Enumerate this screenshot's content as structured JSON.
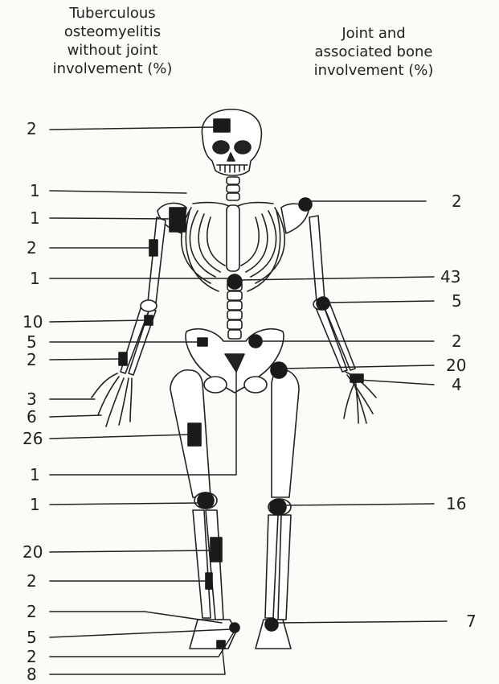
{
  "header_left": {
    "lines": [
      "Tuberculous",
      "osteomyelitis",
      "without joint",
      "involvement (%)"
    ]
  },
  "header_right": {
    "lines": [
      "Joint and",
      "associated bone",
      "involvement (%)"
    ]
  },
  "left_labels": [
    "2",
    "1",
    "1",
    "2",
    "1",
    "10",
    "5",
    "2",
    "3",
    "6",
    "26",
    "1",
    "1",
    "20",
    "2",
    "2",
    "5",
    "2",
    "8"
  ],
  "right_labels": [
    "2",
    "43",
    "5",
    "2",
    "20",
    "4",
    "16",
    "7"
  ],
  "colors": {
    "line": "#222222",
    "bone": "#ffffff",
    "marker": "#1a1a1a"
  }
}
